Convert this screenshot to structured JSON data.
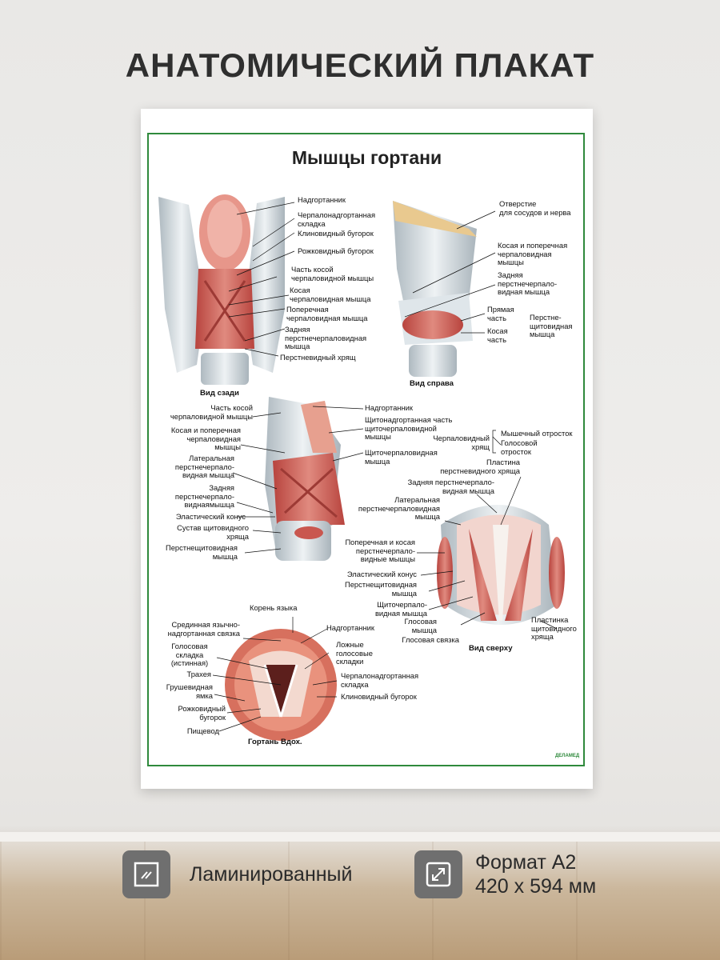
{
  "heading": "АНАТОМИЧЕСКИЙ ПЛАКАТ",
  "poster": {
    "title": "Мышцы гортани",
    "brand": "ДЕЛАМЕД",
    "views": {
      "back": {
        "caption": "Вид сзади",
        "labels": [
          "Надгортанник",
          "Черпалонадгортанная\nскладка",
          "Клиновидный бугорок",
          "Рожковидный бугорок",
          "Часть косой\nчерпаловидной мышцы",
          "Косая\nчерпаловидная мышца",
          "Поперечная\nчерпаловидная мышца",
          "Задняя\nперстнечерпаловидная\nмышца",
          "Перстневидный хрящ"
        ]
      },
      "right": {
        "caption": "Вид справа",
        "labels": [
          "Отверстие\nдля сосудов и нерва",
          "Косая и поперечная\nчерпаловидная\nмышцы",
          "Задняя\nперстнечерпало-\nвидная мышца",
          "Прямая\nчасть",
          "Косая\nчасть",
          "Перстне-\nщитовидная\nмышца"
        ]
      },
      "side": {
        "labels_left": [
          "Часть косой\nчерпаловидной мышцы",
          "Косая и поперечная\nчерпаловидная\nмышцы",
          "Латеральная\nперстнечерпало-\nвидная мышца",
          "Задняя\nперстнечерпало-\nвиднаямышца",
          "Эластический конус",
          "Сустав щитовидного\nхряща",
          "Перстнещитовидная\nмышца"
        ],
        "labels_right": [
          "Надгортанник",
          "Щитонадгортанная часть\nщиточерпаловидной\nмышцы",
          "Щиточерпаловидная\nмышца"
        ]
      },
      "top": {
        "caption": "Вид сверху",
        "arytenoid": "Черпаловидный\nхрящ",
        "labels": [
          "Мышечный отросток",
          "Голосовой\nотросток",
          "Пластина\nперстневидного хряща",
          "Задняя перстнечерпало-\nвидная мышца",
          "Латеральная\nперстнечерпаловидная\nмышца",
          "Поперечная и косая\nперстнечерпало-\nвидные мышцы",
          "Эластический конус",
          "Перстнещитовидная\nмышца",
          "Щиточерпало-\nвидная мышца",
          "Глосовая\nмышца",
          "Глосовая связка",
          "Пластинка\nщитовидного\nхряща"
        ]
      },
      "inhale": {
        "caption": "Гортань Вдох.",
        "labels": [
          "Корень  языка",
          "Срединная язычно-\nнадгортанная связка",
          "Надгортанник",
          "Голосовая\nскладка\n(истинная)",
          "Ложные\nголосовые\nскладки",
          "Трахея",
          "Черпалонадгортанная\nскладка",
          "Грушевидная\nямка",
          "Клиновидный бугорок",
          "Рожковидный\nбугорок",
          "Пищевод"
        ]
      }
    }
  },
  "features": [
    {
      "icon": "laminate-icon",
      "label": "Ламинированный"
    },
    {
      "icon": "resize-icon",
      "label": "Формат А2\n420 x 594 мм"
    }
  ],
  "colors": {
    "frame": "#2f8a3c",
    "icon_bg": "#6f6f6f",
    "muscle": "#c9574f"
  }
}
